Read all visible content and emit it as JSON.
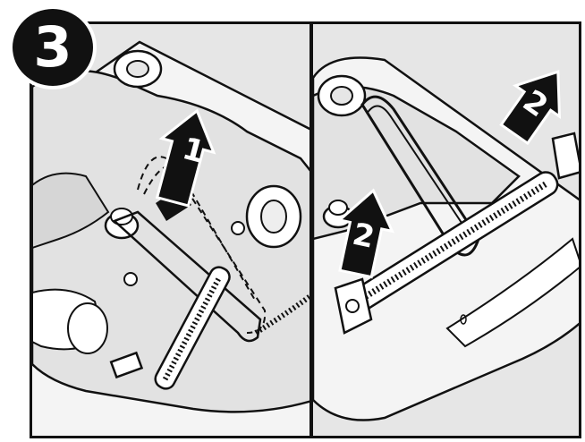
{
  "step": {
    "number": "3"
  },
  "panels": [
    {
      "id": "remove-belt",
      "arrows": [
        {
          "label": "1"
        }
      ]
    },
    {
      "id": "remove-brushroll",
      "arrows": [
        {
          "label": "2"
        },
        {
          "label": "2"
        }
      ]
    }
  ],
  "colors": {
    "background": "#e6e6e6",
    "line": "#111111",
    "highlight": "#ffffff"
  }
}
